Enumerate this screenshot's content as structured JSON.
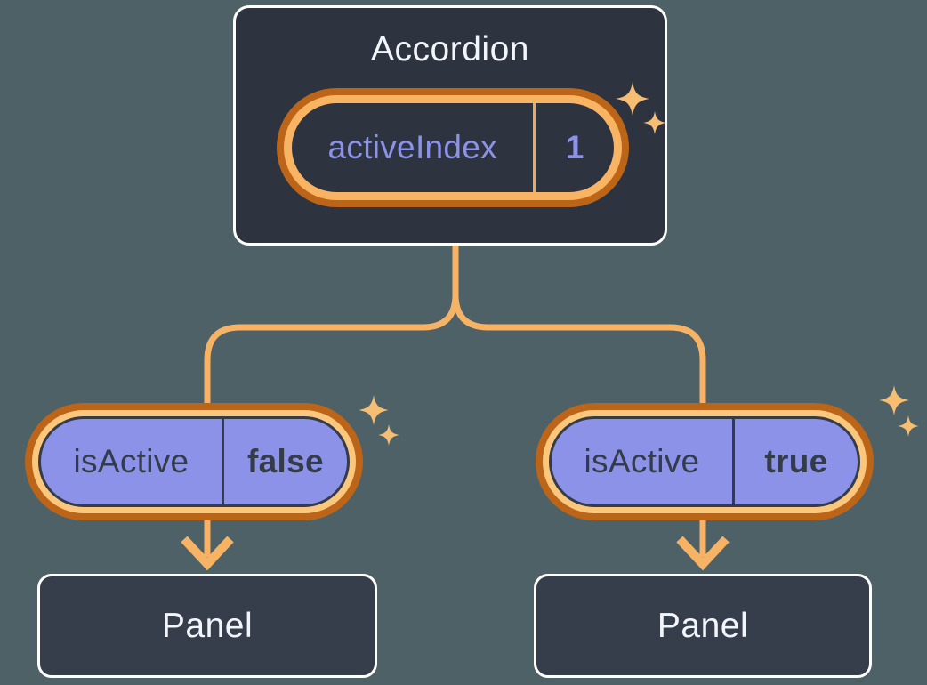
{
  "diagram": {
    "root": {
      "title": "Accordion",
      "state": {
        "label": "activeIndex",
        "value": "1"
      }
    },
    "children": [
      {
        "prop": {
          "label": "isActive",
          "value": "false"
        },
        "panel": {
          "title": "Panel"
        }
      },
      {
        "prop": {
          "label": "isActive",
          "value": "true"
        },
        "panel": {
          "title": "Panel"
        }
      }
    ]
  },
  "icons": {
    "sparkle": "sparkle-icon",
    "arrow": "arrow-down-icon"
  },
  "colors": {
    "background": "#4d6166",
    "node_fill": "#2d3440",
    "panel_fill": "#363e4b",
    "node_border": "#ffffff",
    "title_text": "#f2f5f9",
    "connector": "#f6b365",
    "ring_outer": "#bc6519",
    "ring_inner_top": "#f8b463",
    "ring_inner_props": "#fbc77d",
    "pill_purple": "#8b92e8",
    "dark_text": "#343b49",
    "purple_text": "#8b92e8",
    "divider_orange": "#f2a855",
    "sparkle": "#f6be72"
  }
}
